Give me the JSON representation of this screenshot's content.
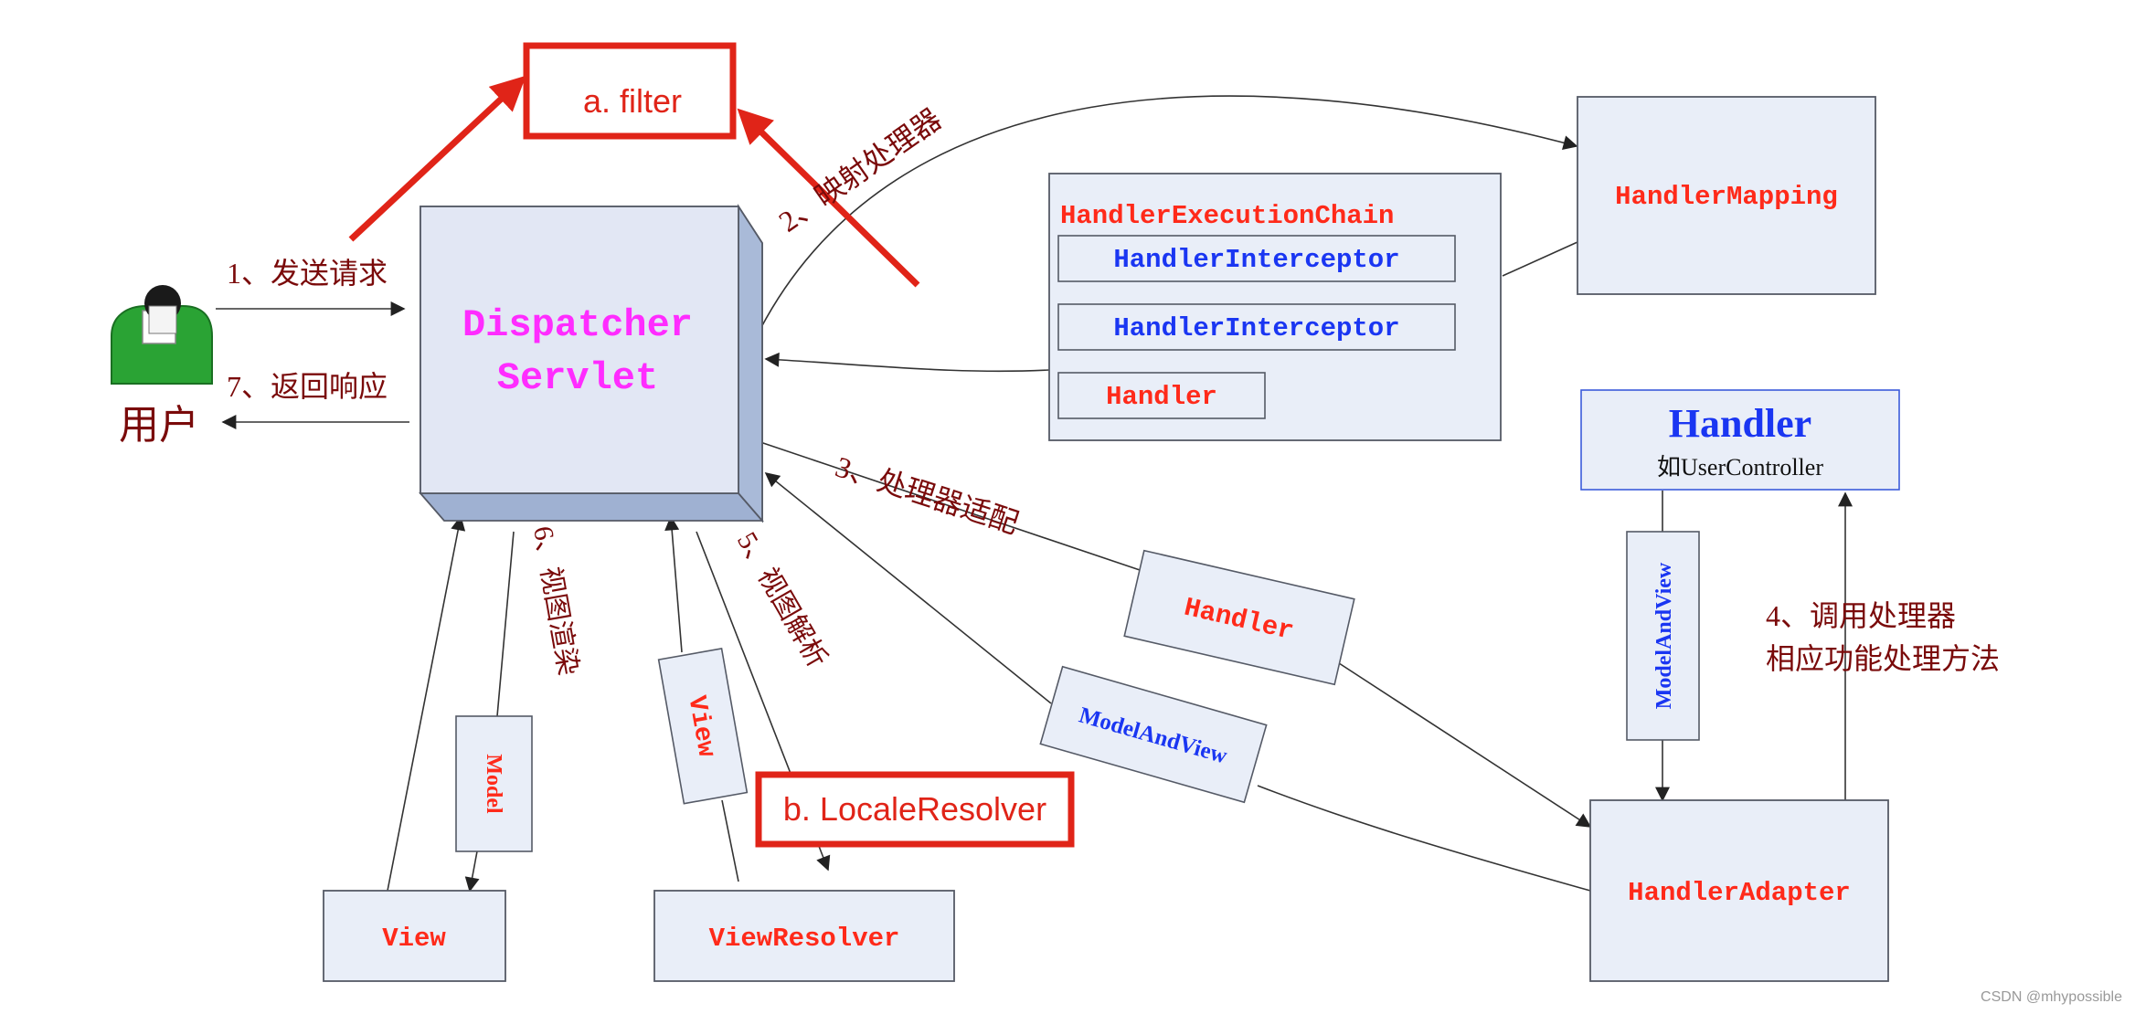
{
  "colors": {
    "box_fill": "#e9eef8",
    "box_stroke": "#555a66",
    "red_text": "#ff2a1a",
    "blue_text": "#1a36f2",
    "magenta_text": "#ff2cff",
    "dark_red_text": "#7a0a0a",
    "highlight_red": "#e02418",
    "line": "#333333"
  },
  "user": {
    "label": "用户",
    "icon": "user-icon"
  },
  "dispatcher": {
    "line1": "Dispatcher",
    "line2": "Servlet"
  },
  "filter_box": {
    "label": "a. filter"
  },
  "locale_box": {
    "label": "b. LocaleResolver"
  },
  "handler_mapping": {
    "label": "HandlerMapping"
  },
  "execution_chain": {
    "title": "HandlerExecutionChain",
    "interceptor1": "HandlerInterceptor",
    "interceptor2": "HandlerInterceptor",
    "handler": "Handler"
  },
  "handler_box": {
    "title": "Handler",
    "subtitle": "如UserController"
  },
  "handler_adapter": {
    "label": "HandlerAdapter"
  },
  "view_box": {
    "label": "View"
  },
  "view_resolver": {
    "label": "ViewResolver"
  },
  "tags": {
    "handler": "Handler",
    "model_and_view": "ModelAndView",
    "model_and_view_vertical": "ModelAndView",
    "view": "View",
    "model": "Model"
  },
  "steps": {
    "send_request": "1、发送请求",
    "return_response": "7、返回响应",
    "map_handler": "2、映射处理器",
    "adapt_handler": "3、处理器适配",
    "invoke_handler_line1": "4、调用处理器",
    "invoke_handler_line2": "相应功能处理方法",
    "view_resolve": "5、视图解析",
    "view_render": "6、视图渲染"
  },
  "watermark": "CSDN @mhypossible"
}
